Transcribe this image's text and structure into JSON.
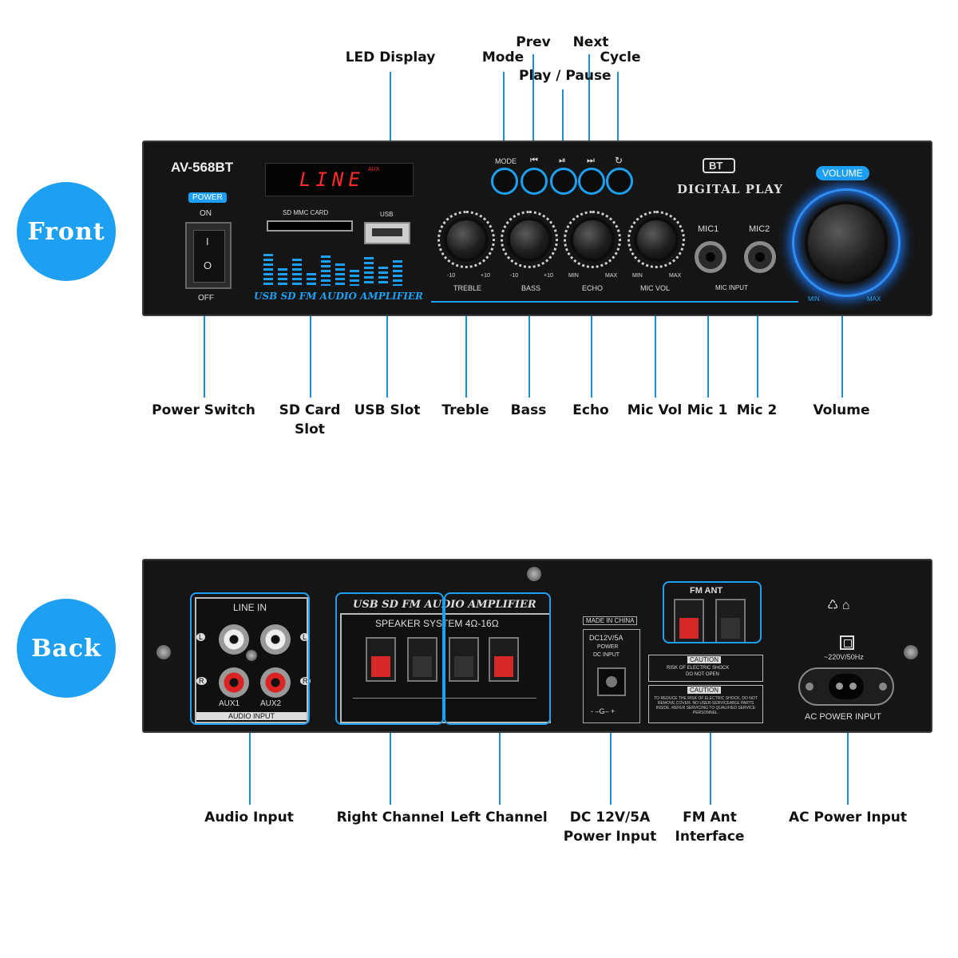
{
  "badges": {
    "front": "Front",
    "back": "Back"
  },
  "front_callouts": {
    "led_display": "LED Display",
    "mode": "Mode",
    "prev": "Prev",
    "play_pause": "Play / Pause",
    "next": "Next",
    "cycle": "Cycle",
    "power_switch": "Power Switch",
    "sd_card_slot_line1": "SD Card",
    "sd_card_slot_line2": "Slot",
    "usb_slot": "USB Slot",
    "treble": "Treble",
    "bass": "Bass",
    "echo": "Echo",
    "mic_vol": "Mic Vol",
    "mic1": "Mic 1",
    "mic2": "Mic 2",
    "volume": "Volume"
  },
  "back_callouts": {
    "audio_input": "Audio Input",
    "right_channel": "Right Channel",
    "left_channel": "Left Channel",
    "dc_power_line1": "DC 12V/5A",
    "dc_power_line2": "Power Input",
    "fm_ant_line1": "FM Ant",
    "fm_ant_line2": "Interface",
    "ac_power_input": "AC Power Input"
  },
  "front_panel": {
    "model": "AV-568BT",
    "power_label": "POWER",
    "on_label": "ON",
    "off_label": "OFF",
    "switch_on_mark": "I",
    "switch_off_mark": "O",
    "led_text": "LINE",
    "led_aux": "AUX",
    "sd_label": "SD MMC CARD",
    "usb_label": "USB",
    "subtitle": "USB SD FM AUDIO AMPLIFIER",
    "mode_btn": "MODE",
    "prev_btn": "⏮",
    "play_btn": "⏯",
    "next_btn": "⏭",
    "cycle_btn": "↻",
    "bt_label": "BT",
    "digital_play": "DIGITAL PLAY",
    "volume_label": "VOLUME",
    "vol_min": "MIN",
    "vol_max": "MAX",
    "treble_label": "TREBLE",
    "treble_min": "-10",
    "treble_max": "+10",
    "bass_label": "BASS",
    "bass_min": "-10",
    "bass_max": "+10",
    "echo_label": "ECHO",
    "echo_min": "MIN",
    "echo_max": "MAX",
    "micvol_label": "MIC VOL",
    "micvol_min": "MIN",
    "micvol_max": "MAX",
    "mic1_label": "MIC1",
    "mic2_label": "MIC2",
    "mic_input": "MIC INPUT"
  },
  "back_panel": {
    "line_in": "LINE IN",
    "aux1": "AUX1",
    "aux2": "AUX2",
    "audio_input": "AUDIO INPUT",
    "amp_title": "USB SD FM AUDIO AMPLIFIER",
    "speaker_system": "SPEAKER SYSTEM 4Ω-16Ω",
    "made_in": "MADE IN CHINA",
    "dc_label1": "DC12V/5A",
    "dc_label2": "POWER",
    "dc_label3": "DC INPUT",
    "dc_polarity": "- –G– +",
    "fm_ant": "FM ANT",
    "caution1": "CAUTION",
    "caution1_text1": "RISK OF ELECTRIC SHOCK",
    "caution1_text2": "DO NOT OPEN",
    "caution2": "CAUTION",
    "caution2_text": "TO REDUCE THE RISK OF ELECTRIC SHOCK, DO NOT REMOVE COVER. NO USER-SERVICEABLE PARTS INSIDE. REFER SERVICING TO QUALIFIED SERVICE PERSONNEL.",
    "ac_voltage": "~220V/50Hz",
    "ac_label": "AC POWER INPUT",
    "l_mark": "L",
    "r_mark": "R"
  }
}
